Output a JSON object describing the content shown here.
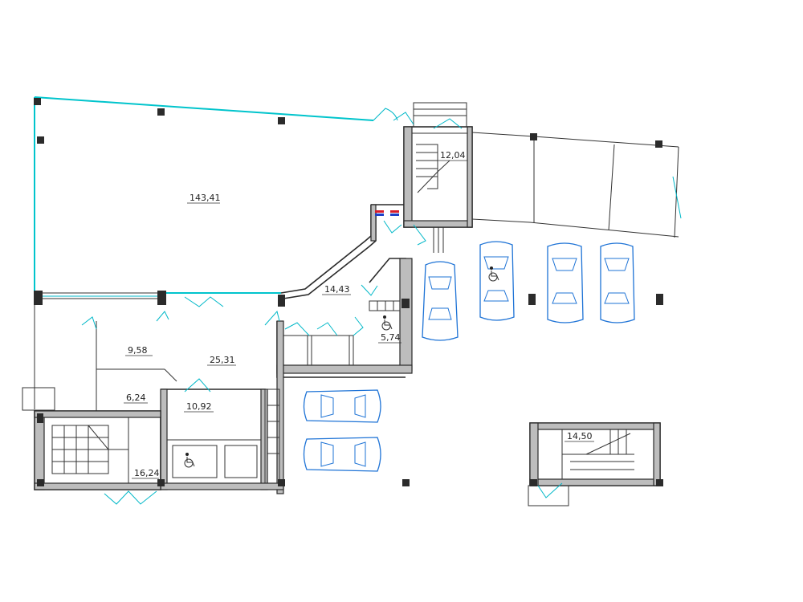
{
  "rooms": [
    {
      "id": "main-hall",
      "area": "143,41"
    },
    {
      "id": "stair-top",
      "area": "12,04"
    },
    {
      "id": "corridor",
      "area": "14,43"
    },
    {
      "id": "wc-accessible",
      "area": "5,74"
    },
    {
      "id": "room-left",
      "area": "9,58"
    },
    {
      "id": "lobby",
      "area": "25,31"
    },
    {
      "id": "storage",
      "area": "6,24"
    },
    {
      "id": "wc-block",
      "area": "10,92"
    },
    {
      "id": "stair-left",
      "area": "16,24"
    },
    {
      "id": "stair-right",
      "area": "14,50"
    }
  ],
  "icons": [
    "accessibility-icon",
    "car-icon",
    "column-icon",
    "stair-icon",
    "door-swing-icon"
  ],
  "colors": {
    "glazing": "#00c4cc",
    "cars": "#1e73d6",
    "walls": "#2a2a2a",
    "wall_fill": "#bdbdbd",
    "columns": "#2b2b2b"
  }
}
